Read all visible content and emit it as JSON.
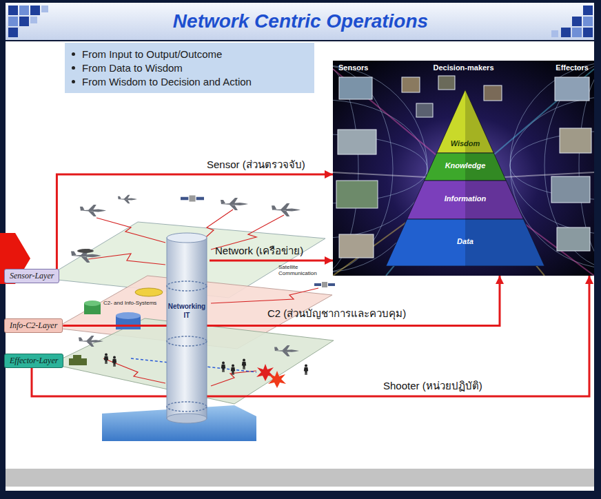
{
  "diagram": {
    "title": "Network Centric Operations",
    "nodes": [
      {
        "text": [
          "From Input to Output/Outcome",
          "From Data to Wisdom",
          "From Wisdom to Decision and Action"
        ]
      },
      {
        "text": [
          "Sensors",
          "Decision-makers",
          "Effectors"
        ]
      },
      {
        "text": [
          "Wisdom",
          "Knowledge",
          "Information",
          "Data"
        ],
        "in": 1
      },
      {
        "text": [
          "Sensor-Layer"
        ]
      },
      {
        "text": [
          "Info-C2-Layer"
        ]
      },
      {
        "text": [
          "Effector-Layer"
        ]
      },
      {
        "text": [
          "Networking IT"
        ]
      }
    ],
    "edges": [
      {
        "from": 3,
        "to": 1,
        "arrow": "to",
        "label": "Sensor (ส่วนตรวจจับ)"
      },
      {
        "from": 6,
        "to": 1,
        "arrow": "to",
        "label": "Network (เครือข่าย)"
      },
      {
        "from": 4,
        "to": 1,
        "arrow": "to",
        "label": "C2 (ส่วนบัญชาการและควบคุม)"
      },
      {
        "from": 5,
        "to": 1,
        "arrow": "to",
        "label": "Shooter (หน่วยปฏิบัติ)"
      }
    ],
    "labels": [
      "Satellite Communication",
      "C2- and Info-Systems"
    ]
  }
}
